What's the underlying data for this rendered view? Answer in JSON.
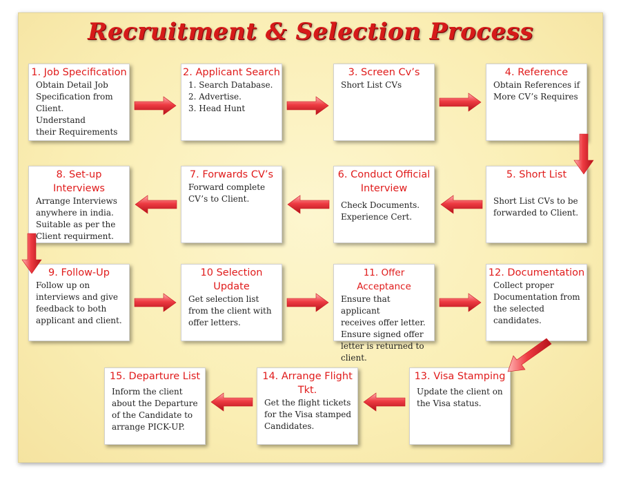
{
  "title": "Recruitment & Selection Process",
  "steps": [
    {
      "heading": "1. Job Specification",
      "text": "Obtain Detail Job\nSpecification from\nClient.\nUnderstand\ntheir Requirements"
    },
    {
      "heading": "2. Applicant Search",
      "text": "1. Search Database.\n2. Advertise.\n3. Head Hunt"
    },
    {
      "heading": "3. Screen Cv’s",
      "text": "Short List CVs"
    },
    {
      "heading": "4. Reference",
      "text": "Obtain References if\nMore CV’s Requires"
    },
    {
      "heading": "5. Short List",
      "text": "Short List CVs to be\nforwarded to Client."
    },
    {
      "heading": "6. Conduct Official\nInterview",
      "text": "Check Documents.\nExperience Cert."
    },
    {
      "heading": "7. Forwards CV’s",
      "text": "Forward complete\nCV’s to Client."
    },
    {
      "heading": "8. Set-up Interviews",
      "text": "Arrange Interviews\nanywhere in india.\nSuitable as per the\nClient requirment."
    },
    {
      "heading": "9. Follow-Up",
      "text": "Follow up on\ninterviews and give\nfeedback to both\napplicant and client."
    },
    {
      "heading": "10 Selection Update",
      "text": "Get selection list\nfrom the client with\noffer letters."
    },
    {
      "heading": "11. Offer Acceptance",
      "text": "Ensure that applicant\nreceives offer letter.\nEnsure signed offer\nletter is returned to\nclient."
    },
    {
      "heading": "12. Documentation",
      "text": "Collect proper\nDocumentation from\nthe selected\ncandidates."
    },
    {
      "heading": "13. Visa Stamping",
      "text": "Update the client on\nthe Visa status."
    },
    {
      "heading": "14. Arrange Flight\nTkt.",
      "text": "Get the flight tickets\nfor the Visa stamped\nCandidates."
    },
    {
      "heading": "15. Departure List",
      "text": "Inform the client\nabout the Departure\nof the Candidate to\narrange PICK-UP."
    }
  ],
  "colors": {
    "accent": "#e01b1b",
    "arrow": "#e8323a",
    "background": "#faeeb4"
  }
}
